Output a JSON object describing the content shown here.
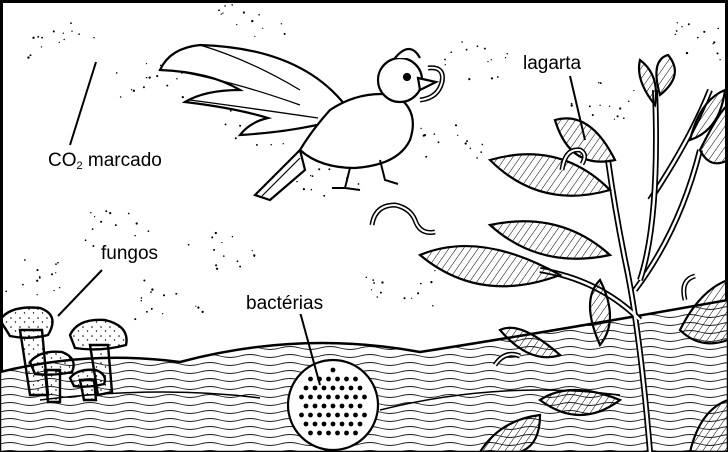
{
  "labels": {
    "co2_main": "CO",
    "co2_subscript": "2",
    "co2_rest": " marcado",
    "fungi": "fungos",
    "bacteria": "bactérias",
    "caterpillar": "lagarta"
  },
  "colors": {
    "ink": "#000000",
    "paper": "#ffffff"
  },
  "icons": [
    "bird-icon",
    "caterpillar-icon",
    "mushroom-icon",
    "bacteria-colony-icon",
    "plant-icon"
  ]
}
